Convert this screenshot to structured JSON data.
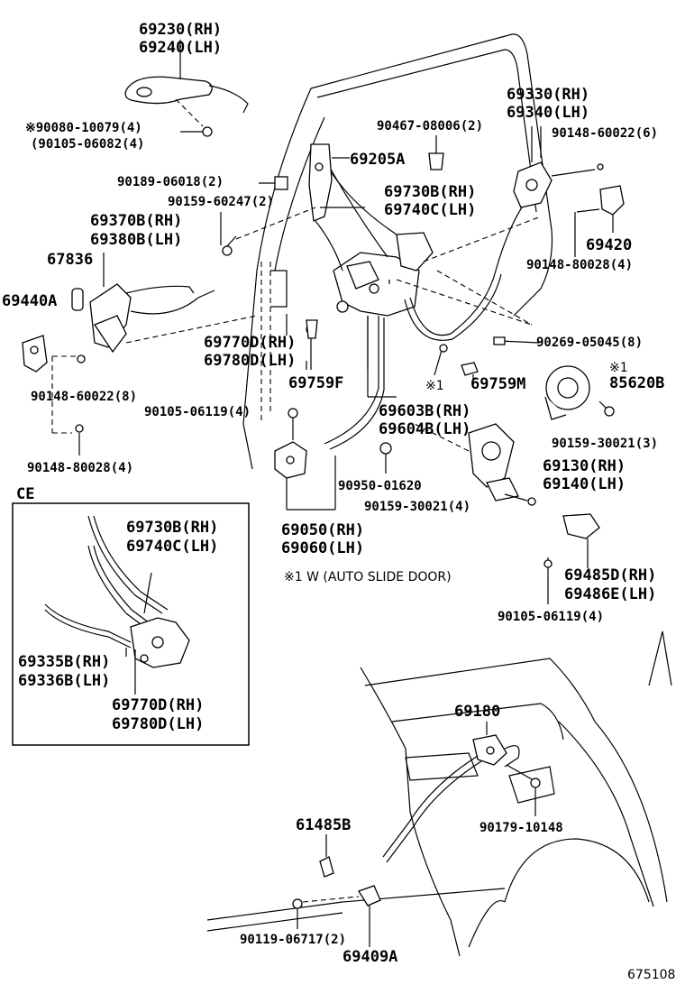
{
  "ce_box_title": "CE",
  "footnote": "※1 W (AUTO SLIDE DOOR)",
  "figure_id": "675108",
  "labels": {
    "p69230": "69230(RH)",
    "p69240": "69240(LH)",
    "p90080": "※90080-10079(4)",
    "p90105a": "(90105-06082(4)",
    "p90467": "90467-08006(2)",
    "p69330": "69330(RH)",
    "p69340": "69340(LH)",
    "p90148a": "90148-60022(6)",
    "p69205a": "69205A",
    "p90189": "90189-06018(2)",
    "p90159a": "90159-60247(2)",
    "p69730b": "69730B(RH)",
    "p69740c": "69740C(LH)",
    "p69370b": "69370B(RH)",
    "p69380b": "69380B(LH)",
    "p69420": "69420",
    "p90148b": "90148-80028(4)",
    "p67836": "67836",
    "p69440a": "69440A",
    "p90269": "90269-05045(8)",
    "p69770d": "69770D(RH)",
    "p69780d": "69780D(LH)",
    "p85620b_note": "※1",
    "p85620b": "85620B",
    "p90148c": "90148-60022(8)",
    "p69759f": "69759F",
    "p69759m_note": "※1",
    "p69759m": "69759M",
    "p90105b": "90105-06119(4)",
    "p69603b": "69603B(RH)",
    "p69604b": "69604B(LH)",
    "p90159b": "90159-30021(3)",
    "p90148d": "90148-80028(4)",
    "p69130": "69130(RH)",
    "p69140": "69140(LH)",
    "p90950": "90950-01620",
    "p90159c": "90159-30021(4)",
    "p69050": "69050(RH)",
    "p69060": "69060(LH)",
    "p69485d": "69485D(RH)",
    "p69486e": "69486E(LH)",
    "p90105c": "90105-06119(4)",
    "ce_69730b": "69730B(RH)",
    "ce_69740c": "69740C(LH)",
    "ce_69335b": "69335B(RH)",
    "ce_69336b": "69336B(LH)",
    "ce_69770d": "69770D(RH)",
    "ce_69780d": "69780D(LH)",
    "p69180": "69180",
    "p61485b": "61485B",
    "p90179": "90179-10148",
    "p90119": "90119-06717(2)",
    "p69409a": "69409A"
  }
}
